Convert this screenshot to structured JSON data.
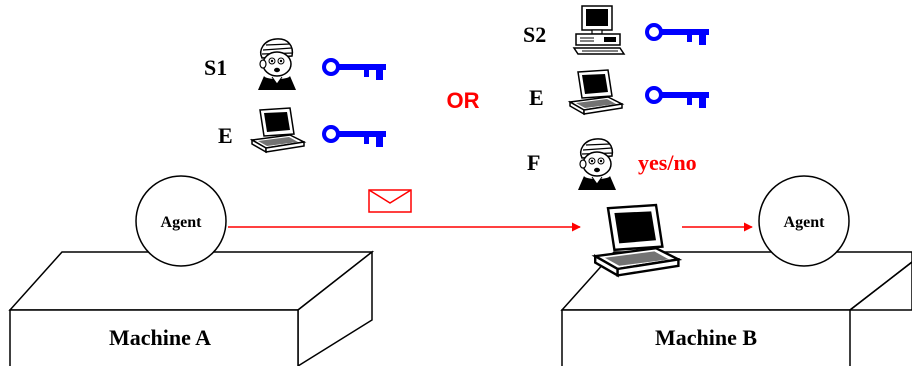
{
  "machine_a": {
    "label": "Machine A",
    "agent_label": "Agent"
  },
  "machine_b": {
    "label": "Machine B",
    "agent_label": "Agent"
  },
  "left_group": {
    "rows": [
      {
        "label": "S1",
        "figure_icon": "person-icon",
        "credential_icon": "key-icon"
      },
      {
        "label": "E",
        "figure_icon": "laptop-icon",
        "credential_icon": "key-icon"
      }
    ]
  },
  "separator": {
    "label": "OR"
  },
  "right_group": {
    "rows": [
      {
        "label": "S2",
        "figure_icon": "desktop-computer-icon",
        "credential_icon": "key-icon"
      },
      {
        "label": "E",
        "figure_icon": "laptop-icon",
        "credential_icon": "key-icon"
      },
      {
        "label": "F",
        "figure_icon": "person-icon",
        "credential_text": "yes/no"
      }
    ]
  },
  "message_icon": "envelope-icon",
  "colors": {
    "key": "#0000ff",
    "accent_red": "#ff0000",
    "line": "#000000"
  }
}
